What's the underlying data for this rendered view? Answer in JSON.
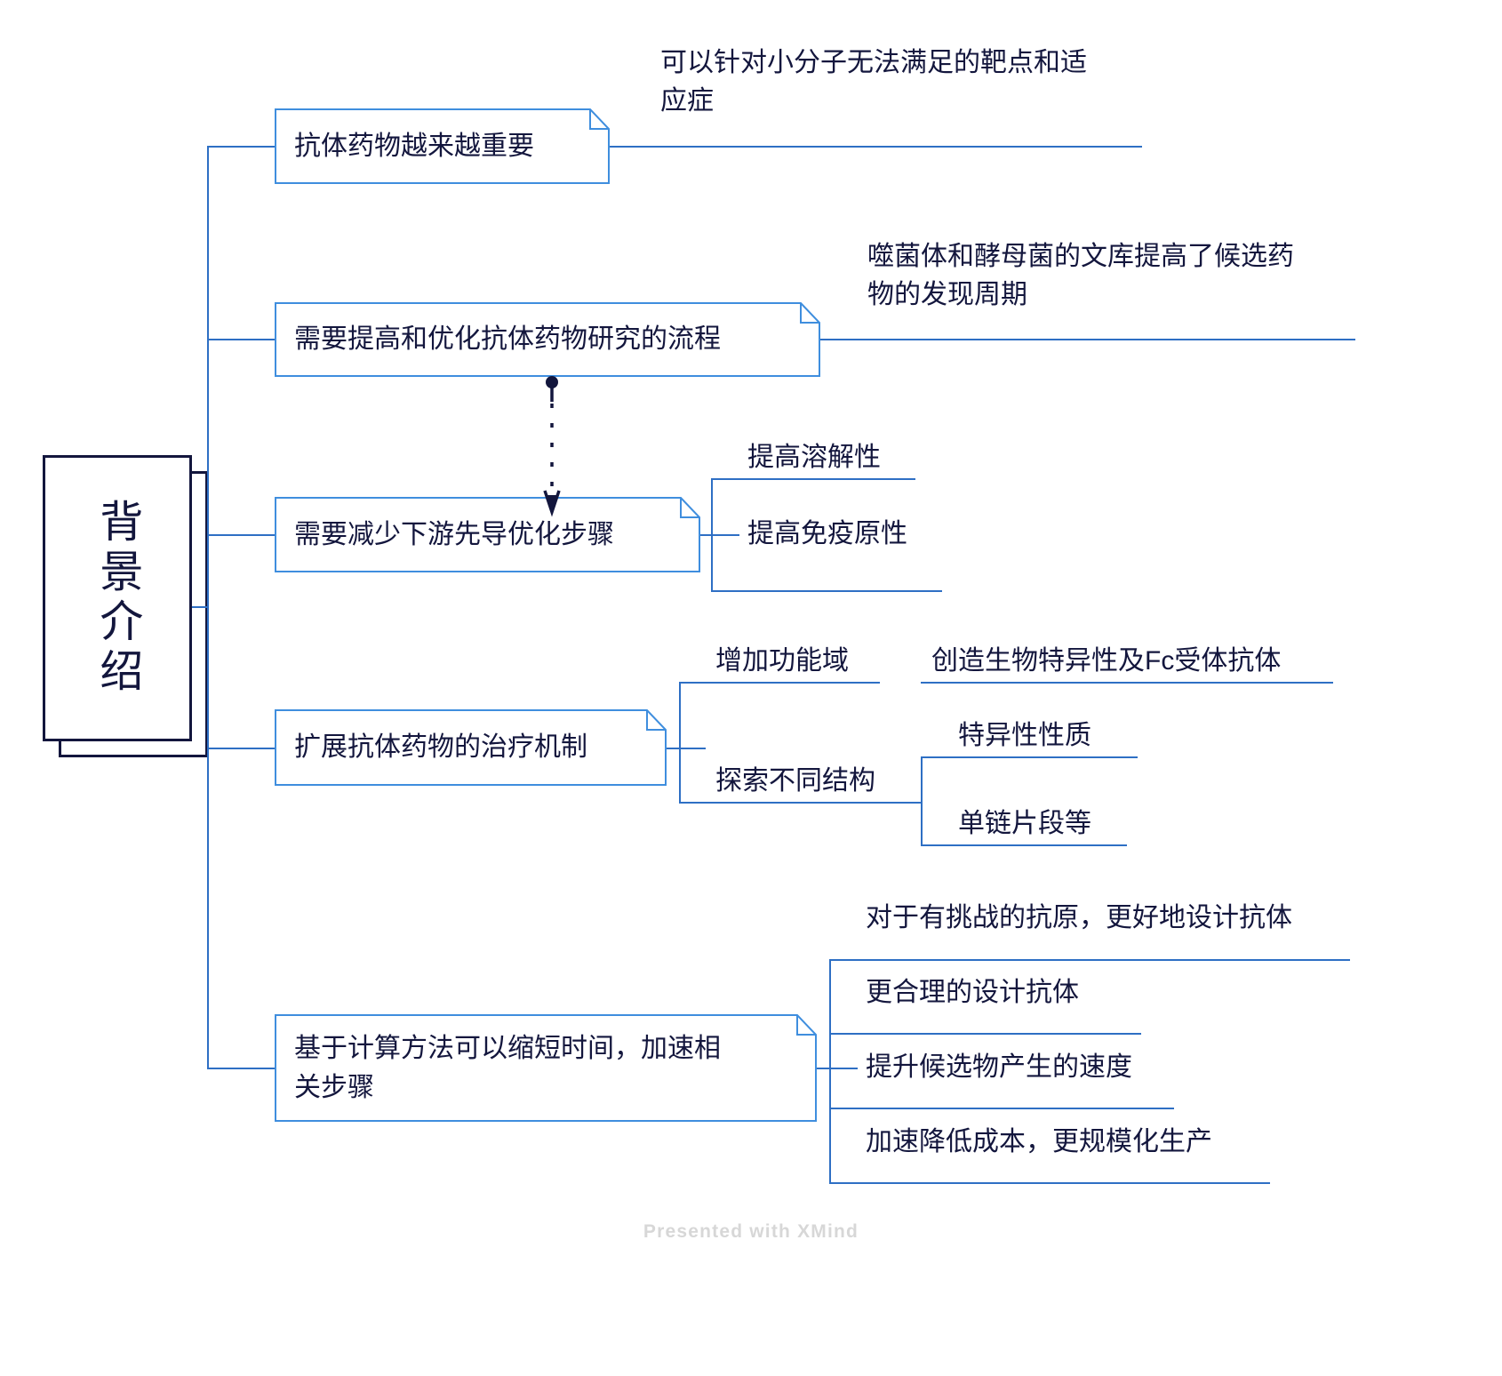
{
  "colors": {
    "branch_line": "#2e6fc4",
    "node_border": "#3f8ede",
    "root_border": "#13163d",
    "text": "#13163d",
    "watermark": "#d7d7d7",
    "background": "#ffffff"
  },
  "root": {
    "label": "背景介绍"
  },
  "branches": [
    {
      "id": "b1",
      "label": "抗体药物越来越重要",
      "children": [
        {
          "id": "b1c1",
          "label": "可以针对小分子无法满足的靶点和适\n应症",
          "children": []
        }
      ]
    },
    {
      "id": "b2",
      "label": "需要提高和优化抗体药物研究的流程",
      "children": [
        {
          "id": "b2c1",
          "label": "噬菌体和酵母菌的文库提高了候选药\n物的发现周期",
          "children": []
        }
      ]
    },
    {
      "id": "b3",
      "label": "需要减少下游先导优化步骤",
      "children": [
        {
          "id": "b3c1",
          "label": "提高溶解性",
          "children": []
        },
        {
          "id": "b3c2",
          "label": "提高免疫原性",
          "children": []
        }
      ]
    },
    {
      "id": "b4",
      "label": "扩展抗体药物的治疗机制",
      "children": [
        {
          "id": "b4c1",
          "label": "增加功能域",
          "children": [
            {
              "id": "b4c1g1",
              "label": "创造生物特异性及Fc受体抗体"
            }
          ]
        },
        {
          "id": "b4c2",
          "label": "探索不同结构",
          "children": [
            {
              "id": "b4c2g1",
              "label": "特异性性质"
            },
            {
              "id": "b4c2g2",
              "label": "单链片段等"
            }
          ]
        }
      ]
    },
    {
      "id": "b5",
      "label": "基于计算方法可以缩短时间，加速相\n关步骤",
      "children": [
        {
          "id": "b5c1",
          "label": "对于有挑战的抗原，更好地设计抗体",
          "children": []
        },
        {
          "id": "b5c2",
          "label": "更合理的设计抗体",
          "children": []
        },
        {
          "id": "b5c3",
          "label": "提升候选物产生的速度",
          "children": []
        },
        {
          "id": "b5c4",
          "label": "加速降低成本，更规模化生产",
          "children": []
        }
      ]
    }
  ],
  "relationship": {
    "from": "需要提高和优化抗体药物研究的流程",
    "to": "需要减少下游先导优化步骤",
    "style": "dashed-arrow"
  },
  "footer": {
    "watermark": "Presented with XMind"
  }
}
